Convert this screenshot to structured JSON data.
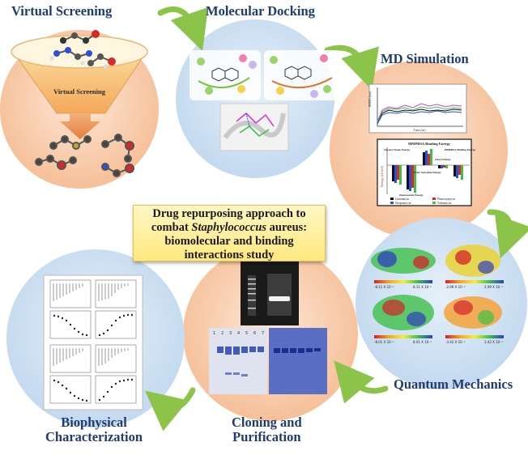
{
  "labels": {
    "virtual_screening": "Virtual Screening",
    "molecular_docking": "Molecular Docking",
    "md_simulation": "MD Simulation",
    "quantum_mechanics": "Quantum Mechanics",
    "cloning_line1": "Cloning and",
    "cloning_line2": "Purification",
    "biophysical_line1": "Biophysical",
    "biophysical_line2": "Characterization"
  },
  "funnel_label": "Virtual Screening",
  "center": {
    "line1": "Drug repurposing approach to",
    "line2_pre": "combat ",
    "line2_italic": "Staphylococcus",
    "line2_post": " aureus:",
    "line3": "biomolecular and binding",
    "line4": "interactions study"
  },
  "mmpbsa": {
    "title": "MMPBSA Binding Energy",
    "col1": "Van der Waals Energy",
    "col2": "Polar Solvation Energy",
    "col3": "SASA Energy",
    "col4": "MMPBSA Binding Energy",
    "col5": "Electrostatic Energy",
    "ylabel": "Energy (kJ/mol)",
    "legend": [
      "Gentamicin",
      "Streptomycin",
      "Phenoxymycin",
      "Tobramycin"
    ]
  },
  "rmsd": {
    "ylabel": "RMSD (nm)",
    "xlabel": "Time (ns)"
  },
  "esp_values": [
    "-8.11 X 10⁻²",
    "8.11 X 10⁻²",
    "-2.99 X 10⁻²",
    "2.99 X 10⁻²",
    "-8.01 X 10⁻²",
    "8.01 X 10⁻²",
    "-3.42 X 10⁻²",
    "3.42 X 10⁻²"
  ],
  "gel_lanes": [
    "1",
    "2",
    "3",
    "4",
    "5",
    "6",
    "7"
  ],
  "colors": {
    "label": "#1f3b70",
    "orange_circle": "#f8c9a6",
    "blue_circle": "#cde0f2",
    "arrow": "#8cc44a",
    "box_fill": "#ffe880"
  }
}
